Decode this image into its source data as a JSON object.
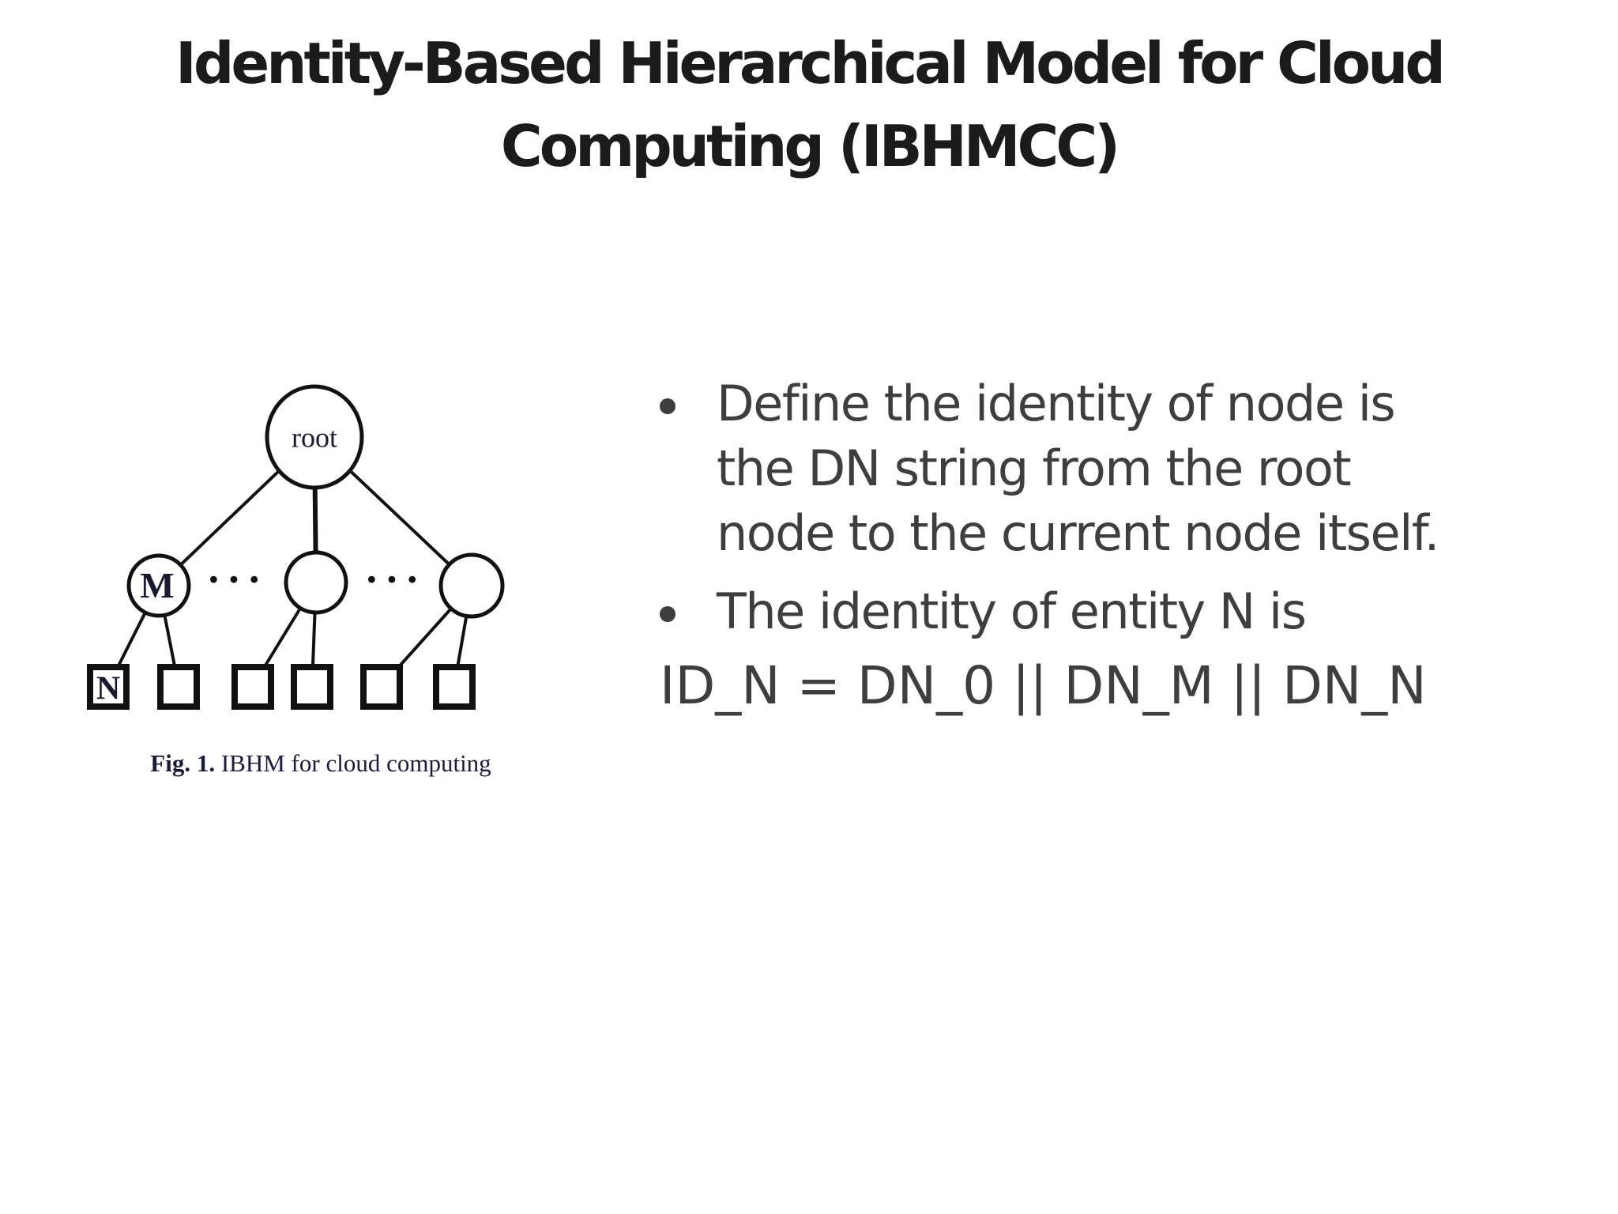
{
  "slide": {
    "title_lines": [
      "Identity-Based Hierarchical Model for Cloud",
      "Computing (IBHMCC)"
    ]
  },
  "figure": {
    "root_label": "root",
    "mid_label": "M",
    "leaf_label": "N",
    "ellipsis": "•••",
    "caption_prefix": "Fig. 1.",
    "caption_text": " IBHM for cloud computing"
  },
  "content": {
    "bullets": [
      {
        "lines": [
          "Define the identity of node is",
          "the DN string from the root",
          "node to the current node itself."
        ]
      },
      {
        "lines": [
          "The identity of entity N is"
        ]
      }
    ],
    "formula": "ID_N = DN_0 || DN_M || DN_N"
  },
  "colors": {
    "title_text": "#1b1b1b",
    "body_text": "#3e3e3e",
    "diagram_stroke": "#111111",
    "serif_label": "#1a1a2f"
  }
}
